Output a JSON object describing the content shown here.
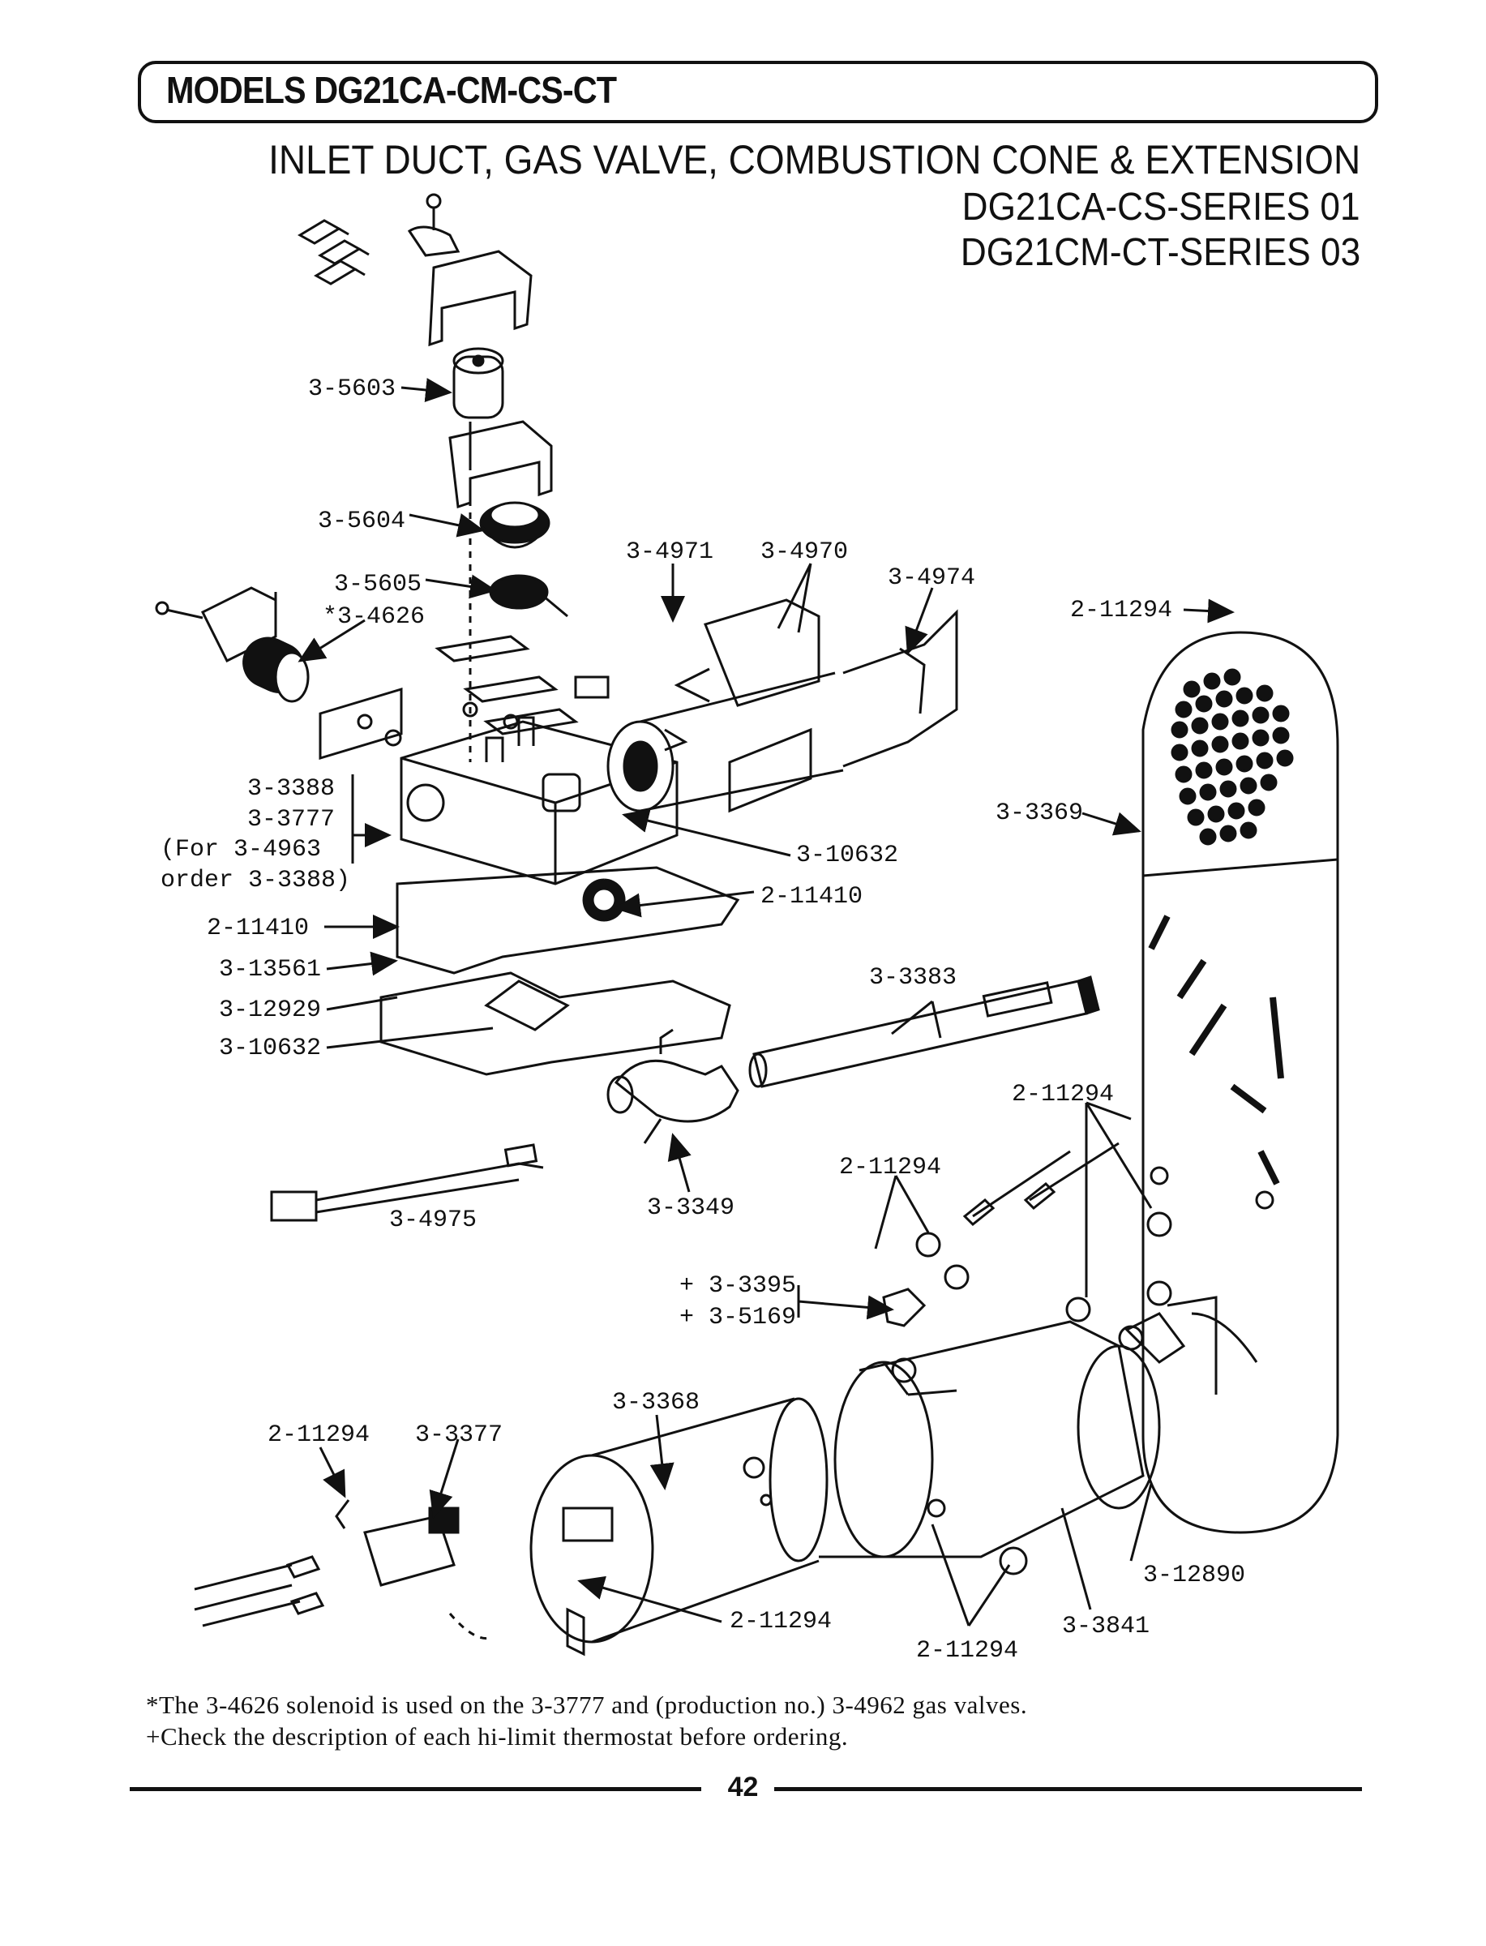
{
  "header": {
    "models": "MODELS DG21CA-CM-CS-CT",
    "subtitle": "INLET DUCT, GAS VALVE, COMBUSTION CONE & EXTENSION",
    "series": [
      "DG21CA-CS-SERIES 01",
      "DG21CM-CT-SERIES 03"
    ]
  },
  "parts": {
    "p3_5603": "3-5603",
    "p3_5604": "3-5604",
    "p3_5605": "3-5605",
    "p3_4626": "*3-4626",
    "p3_4971": "3-4971",
    "p3_4970": "3-4970",
    "p3_4974": "3-4974",
    "p2_11294_a": "2-11294",
    "p3_3369": "3-3369",
    "p3_3388": "3-3388",
    "p3_3777": "3-3777",
    "note_for": "(For 3-4963",
    "note_order": "order 3-3388)",
    "p3_10632_a": "3-10632",
    "p2_11410_a": "2-11410",
    "p2_11410_b": "2-11410",
    "p3_13561": "3-13561",
    "p3_12929": "3-12929",
    "p3_10632_b": "3-10632",
    "p3_3383": "3-3383",
    "p2_11294_b": "2-11294",
    "p2_11294_c": "2-11294",
    "p3_4975": "3-4975",
    "p3_3349": "3-3349",
    "p3_3395": "+ 3-3395",
    "p3_5169": "+ 3-5169",
    "p3_3368": "3-3368",
    "p2_11294_d": "2-11294",
    "p3_3377": "3-3377",
    "p3_12890": "3-12890",
    "p2_11294_e": "2-11294",
    "p3_3841": "3-3841",
    "p2_11294_f": "2-11294"
  },
  "footnotes": [
    "*The 3-4626 solenoid is used on the 3-3777 and (production no.) 3-4962 gas valves.",
    "+Check the description of each hi-limit thermostat before ordering."
  ],
  "page_number": "42"
}
